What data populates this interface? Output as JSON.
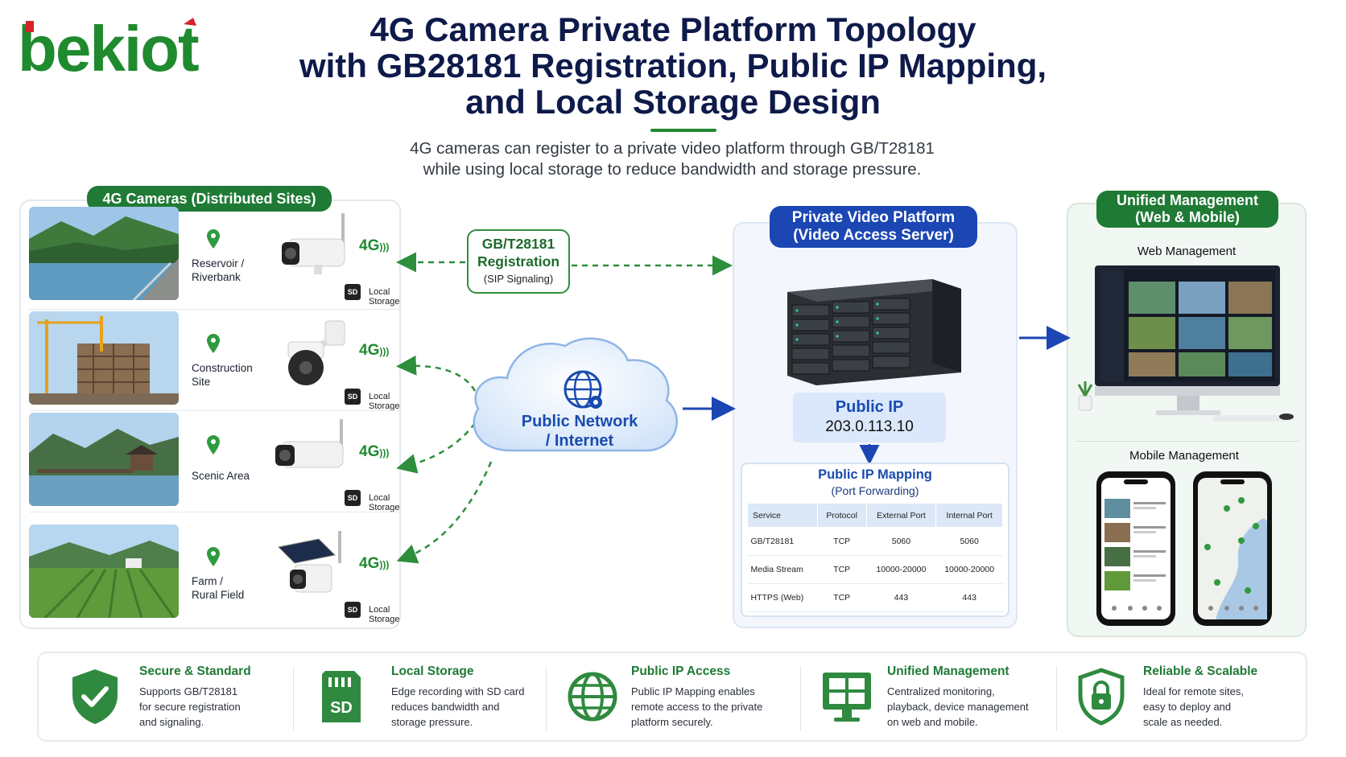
{
  "brand": {
    "logo_text": "bekiot"
  },
  "header": {
    "title_line1": "4G Camera Private Platform Topology",
    "title_line2": "with GB28181 Registration, Public IP Mapping,",
    "title_line3": "and Local Storage Design",
    "subtitle_line1": "4G cameras can register to a private video platform through GB/T28181",
    "subtitle_line2": "while using local storage to reduce bandwidth and storage pressure."
  },
  "cameras": {
    "heading": "4G Cameras (Distributed Sites)",
    "signal_label": "4G",
    "sd_label": "SD",
    "storage_label": "Local Storage",
    "sites": [
      {
        "line1": "Reservoir /",
        "line2": "Riverbank"
      },
      {
        "line1": "Construction",
        "line2": "Site"
      },
      {
        "line1": "Scenic Area",
        "line2": ""
      },
      {
        "line1": "Farm /",
        "line2": "Rural Field"
      }
    ]
  },
  "registration": {
    "line1": "GB/T28181",
    "line2": "Registration",
    "line3": "(SIP Signaling)"
  },
  "network": {
    "line1": "Public Network",
    "line2": "/ Internet"
  },
  "platform": {
    "heading_line1": "Private Video Platform",
    "heading_line2": "(Video Access Server)",
    "public_ip_label": "Public IP",
    "public_ip_value": "203.0.113.10",
    "mapping_title": "Public IP Mapping",
    "mapping_subtitle": "(Port Forwarding)",
    "table_headers": [
      "Service",
      "Protocol",
      "External Port",
      "Internal Port"
    ],
    "table_rows": [
      [
        "GB/T28181",
        "TCP",
        "5060",
        "5060"
      ],
      [
        "Media Stream",
        "TCP",
        "10000-20000",
        "10000-20000"
      ],
      [
        "HTTPS (Web)",
        "TCP",
        "443",
        "443"
      ]
    ]
  },
  "management": {
    "heading_line1": "Unified Management",
    "heading_line2": "(Web & Mobile)",
    "web_label": "Web Management",
    "mobile_label": "Mobile Management"
  },
  "features": [
    {
      "icon": "shield-check-icon",
      "title": "Secure & Standard",
      "desc": [
        "Supports GB/T28181",
        "for secure registration",
        "and signaling."
      ]
    },
    {
      "icon": "sd-card-icon",
      "title": "Local Storage",
      "desc": [
        "Edge recording with SD card",
        "reduces bandwidth and",
        "storage pressure."
      ]
    },
    {
      "icon": "globe-icon",
      "title": "Public IP Access",
      "desc": [
        "Public IP Mapping enables",
        "remote access to the private",
        "platform securely."
      ]
    },
    {
      "icon": "monitor-grid-icon",
      "title": "Unified Management",
      "desc": [
        "Centralized monitoring,",
        "playback, device management",
        "on web and mobile."
      ]
    },
    {
      "icon": "shield-lock-icon",
      "title": "Reliable & Scalable",
      "desc": [
        "Ideal for remote sites,",
        "easy to deploy and",
        "scale as needed."
      ]
    }
  ],
  "colors": {
    "green": "#1f7a35",
    "blue": "#1b46b4",
    "navy": "#0e1a4a",
    "red_accent": "#d6232a"
  }
}
